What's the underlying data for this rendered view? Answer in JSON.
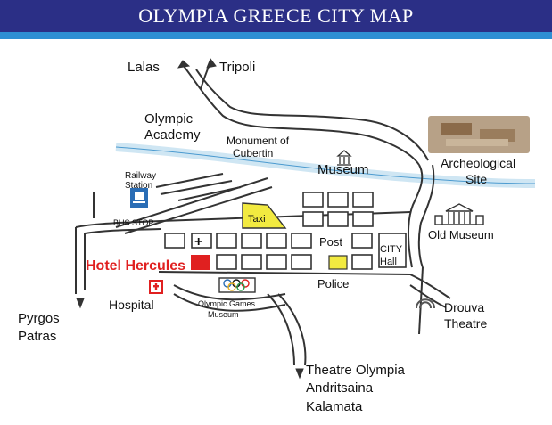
{
  "header": {
    "title": "OLYMPIA GREECE CITY MAP"
  },
  "colors": {
    "header_bg": "#2b2f86",
    "header_bar": "#2e8fd3",
    "river": "#cfe6f3",
    "road": "#333333",
    "hotel": "#e02020",
    "highlight": "#f2ea40"
  },
  "labels": {
    "lalas": "Lalas",
    "tripoli": "Tripoli",
    "olympic_academy_1": "Olympic",
    "olympic_academy_2": "Academy",
    "monument_1": "Monument of",
    "monument_2": "Cubertin",
    "museum": "Museum",
    "archeological_1": "Archeological",
    "archeological_2": "Site",
    "railway_1": "Railway",
    "railway_2": "Station",
    "bus_stop": "BUS STOP",
    "taxi": "Taxi",
    "old_museum": "Old Museum",
    "post": "Post",
    "city_hall_1": "CITY",
    "city_hall_2": "Hall",
    "hotel": "Hotel Hercules",
    "police": "Police",
    "hospital": "Hospital",
    "games_museum_1": "Olympic Games",
    "games_museum_2": "Museum",
    "drouva_1": "Drouva",
    "drouva_2": "Theatre",
    "pyrgos": "Pyrgos",
    "patras": "Patras",
    "theatre_olympia": "Theatre Olympia",
    "andritsaina": "Andritsaina",
    "kalamata": "Kalamata",
    "plus_sign": "+"
  },
  "icons": [
    "train-icon",
    "museum-building-icon",
    "temple-icon",
    "olympic-rings-icon",
    "theatre-arch-icon",
    "hospital-cross-icon"
  ]
}
